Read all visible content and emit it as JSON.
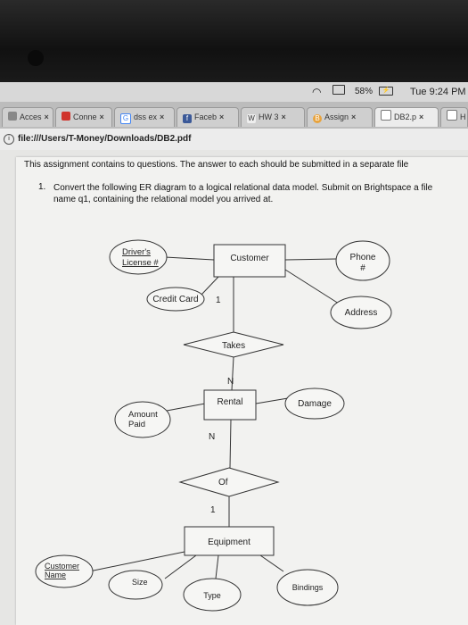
{
  "menubar": {
    "battery": "58%",
    "clock": "Tue 9:24 PM"
  },
  "tabs": [
    {
      "label": "Acces",
      "icon": "doc-icon"
    },
    {
      "label": "Conne",
      "icon": "connect-icon"
    },
    {
      "label": "dss ex",
      "icon": "google-icon"
    },
    {
      "label": "Faceb",
      "icon": "facebook-icon"
    },
    {
      "label": "HW 3",
      "icon": "hw-icon"
    },
    {
      "label": "Assign",
      "icon": "brightspace-icon"
    },
    {
      "label": "DB2.p",
      "icon": "page-icon"
    },
    {
      "label": "H",
      "icon": "page-icon"
    }
  ],
  "address": {
    "url": "file:///Users/T-Money/Downloads/DB2.pdf"
  },
  "document": {
    "intro": "This assignment contains to questions. The answer to each should be submitted in a separate file",
    "q1_number": "1.",
    "q1_text": "Convert the following ER diagram to a logical relational data model. Submit on Brightspace a file name q1, containing the relational model you arrived at."
  },
  "diagram": {
    "customer": "Customer",
    "drivers_license_1": "Driver's",
    "drivers_license_2": "License #",
    "phone_1": "Phone",
    "phone_2": "#",
    "credit_card": "Credit Card",
    "address": "Address",
    "takes": "Takes",
    "card_1_top": "1",
    "card_n_takes": "N",
    "rental": "Rental",
    "damage": "Damage",
    "amount_paid_1": "Amount",
    "amount_paid_2": "Paid",
    "card_n_of": "N",
    "of": "Of",
    "card_1_of": "1",
    "equipment": "Equipment",
    "customer_name_1": "Customer",
    "customer_name_2": "Name",
    "size": "Size",
    "type": "Type",
    "bindings": "Bindings"
  }
}
